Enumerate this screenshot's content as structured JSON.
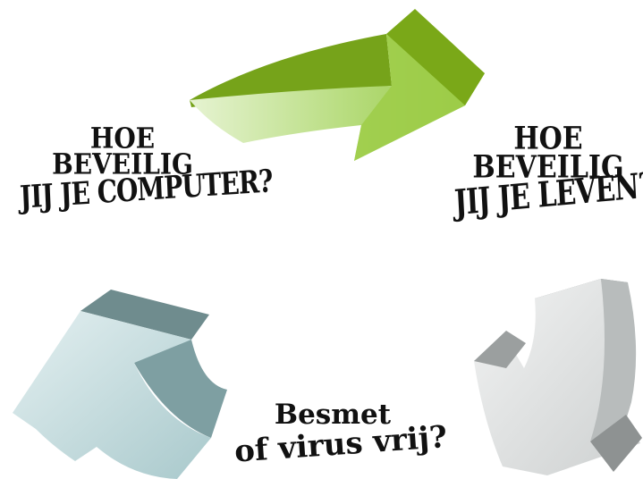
{
  "labels": {
    "computer": {
      "line1": "HOE",
      "line2": "BEVEILIG",
      "line3": "JIJ JE COMPUTER?"
    },
    "leven": {
      "line1": "HOE",
      "line2": "BEVEILIG",
      "line3": "JIJ JE LEVEN?"
    },
    "virus": {
      "line1": "Besmet",
      "line2": "of virus vrij?"
    }
  },
  "colors": {
    "green_light": "#d7ecb6",
    "green_mid": "#9ccc4a",
    "green_dark": "#7aa618",
    "gray_light": "#e2e4e4",
    "gray_mid": "#a4a8a8",
    "gray_dark": "#7e8282",
    "teal_light": "#cfe3e6",
    "teal_mid": "#9fc0c4",
    "teal_dark": "#6c8e90"
  }
}
